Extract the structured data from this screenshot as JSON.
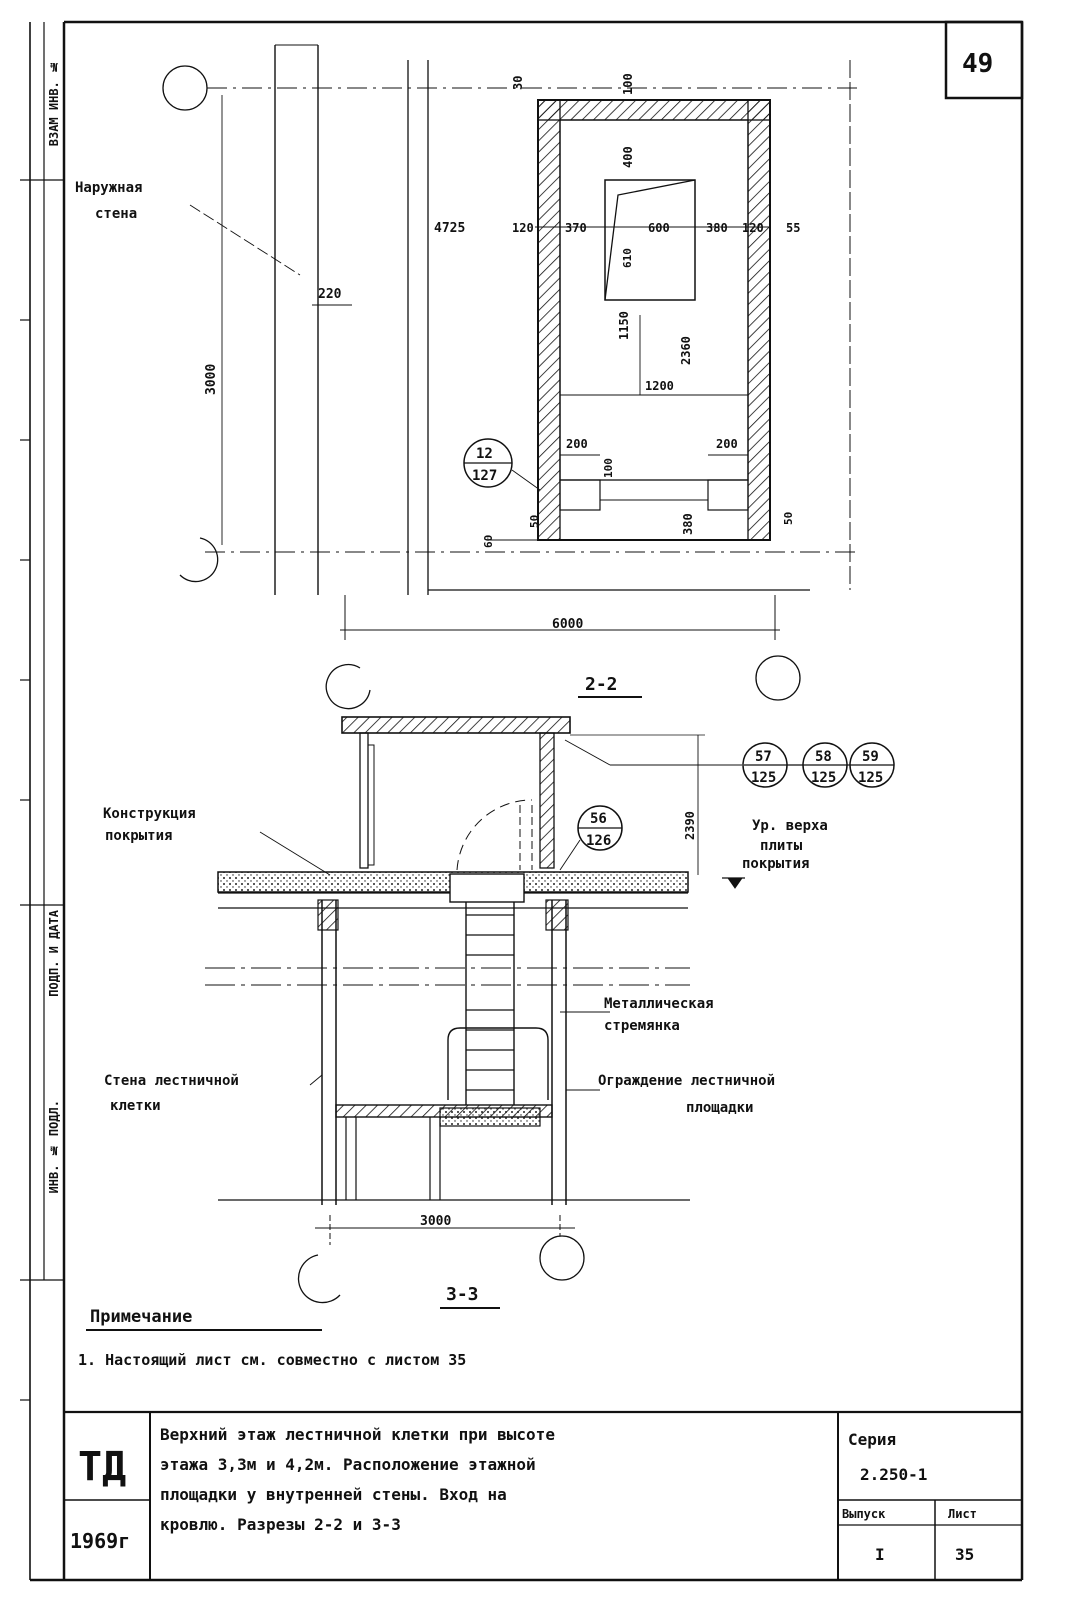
{
  "sheet_number": "49",
  "side_stamp": {
    "top": "ВЗАМ ИНВ. №",
    "middle": "ПОДП. И ДАТА",
    "bottom": "ИНВ. № ПОДЛ."
  },
  "plan_2_2": {
    "outer_wall_label_1": "Наружная",
    "outer_wall_label_2": "стена",
    "dim_total_height": "3000",
    "dim_total_width": "6000",
    "dim_wall": "220",
    "dim_4725": "4725",
    "dim_120_left": "120",
    "dim_370": "370",
    "dim_600": "600",
    "dim_380_right": "380",
    "dim_120_right": "120",
    "dim_55": "55",
    "dim_30": "30",
    "dim_100_top": "100",
    "dim_400": "400",
    "dim_610": "610",
    "dim_1150": "1150",
    "dim_2360": "2360",
    "dim_1200": "1200",
    "dim_200_left": "200",
    "dim_200_right": "200",
    "dim_100_low": "100",
    "dim_50_left": "50",
    "dim_380_low": "380",
    "dim_50_right": "50",
    "dim_60": "60",
    "callout_top": "12",
    "callout_bottom": "127",
    "title": "2-2"
  },
  "section_3_3": {
    "construction_1": "Конструкция",
    "construction_2": "покрытия",
    "callouts": [
      {
        "top": "57",
        "bottom": "125"
      },
      {
        "top": "58",
        "bottom": "125"
      },
      {
        "top": "59",
        "bottom": "125"
      }
    ],
    "callout_56_top": "56",
    "callout_56_bottom": "126",
    "dim_2390": "2390",
    "top_level_1": "Ур. верха",
    "top_level_2": "плиты",
    "top_level_3": "покрытия",
    "ladder_1": "Металлическая",
    "ladder_2": "стремянка",
    "stair_wall_1": "Стена лестничной",
    "stair_wall_2": "клетки",
    "fence_1": "Ограждение лестничной",
    "fence_2": "площадки",
    "dim_3000": "3000",
    "title": "3-3"
  },
  "note": {
    "heading": "Примечание",
    "text": "1. Настоящий лист см. совместно с листом 35"
  },
  "title_block": {
    "org": "ТД",
    "year": "1969г",
    "title_line_1": "Верхний этаж лестничной клетки при высоте",
    "title_line_2": "этажа 3,3м и 4,2м. Расположение этажной",
    "title_line_3": "площадки у внутренней стены. Вход на",
    "title_line_4": "кровлю. Разрезы 2-2 и 3-3",
    "series_label": "Серия",
    "series_value": "2.250-1",
    "issue_label": "Выпуск",
    "issue_value": "I",
    "sheet_label": "Лист",
    "sheet_value": "35"
  }
}
